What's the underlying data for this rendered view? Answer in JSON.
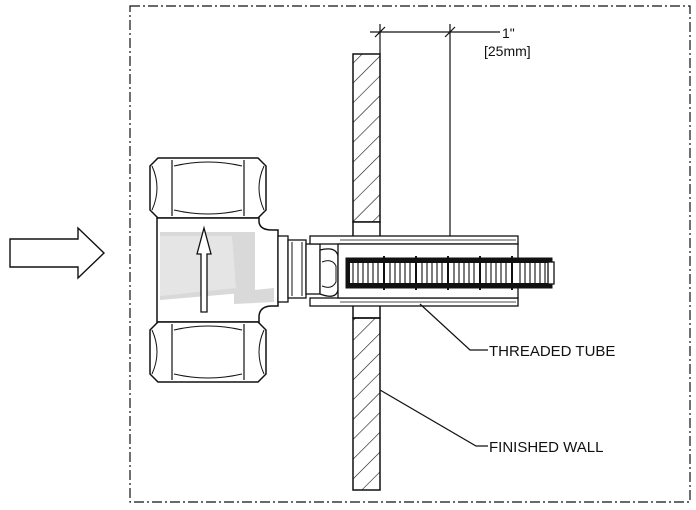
{
  "dimension": {
    "imperial": "1\"",
    "metric": "[25mm]"
  },
  "callouts": {
    "threaded_tube": "THREADED TUBE",
    "finished_wall": "FINISHED WALL"
  },
  "colors": {
    "line": "#111111",
    "shade": "#d9d9d9",
    "background": "#ffffff"
  }
}
